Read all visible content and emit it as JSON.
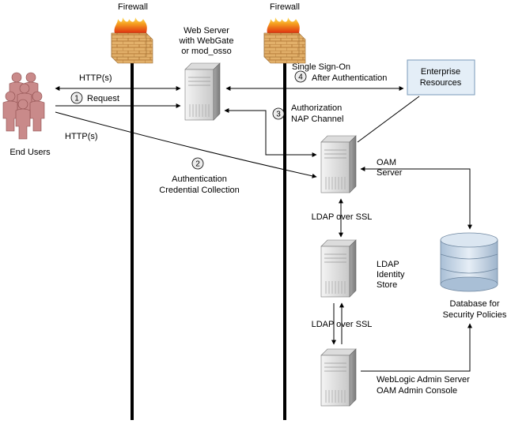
{
  "firewalls": {
    "left_label": "Firewall",
    "right_label": "Firewall"
  },
  "web_server": {
    "line1": "Web Server",
    "line2": "with WebGate",
    "line3": "or mod_osso"
  },
  "end_users": {
    "label": "End Users"
  },
  "flows": {
    "http_top": "HTTP(s)",
    "http_bottom": "HTTP(s)",
    "step1": {
      "number": "1",
      "label": "Request"
    },
    "step2": {
      "number": "2",
      "line1": "Authentication",
      "line2": "Credential Collection"
    },
    "step3": {
      "number": "3",
      "line1": "Authorization",
      "line2": "NAP Channel"
    },
    "step4": {
      "number": "4",
      "line1": "Single Sign-On",
      "line2": "After Authentication"
    }
  },
  "enterprise_resources": {
    "line1": "Enterprise",
    "line2": "Resources"
  },
  "oam_server": {
    "line1": "OAM",
    "line2": "Server"
  },
  "ldap_top": {
    "label": "LDAP over SSL"
  },
  "ldap_store": {
    "line1": "LDAP",
    "line2": "Identity",
    "line3": "Store"
  },
  "ldap_bottom": {
    "label": "LDAP over SSL"
  },
  "database": {
    "line1": "Database for",
    "line2": "Security Policies"
  },
  "weblogic": {
    "line1": "WebLogic Admin Server",
    "line2": "OAM Admin Console"
  },
  "colors": {
    "user_fill": "#c98a8a",
    "user_stroke": "#8a4a4a",
    "server_light": "#eeeeee",
    "server_dark": "#9a9a9a",
    "firewall_brick": "#d9a05a",
    "firewall_flame": "#f07020",
    "resource_box": "#e4eef7",
    "database_fill": "#c5d3e2"
  }
}
